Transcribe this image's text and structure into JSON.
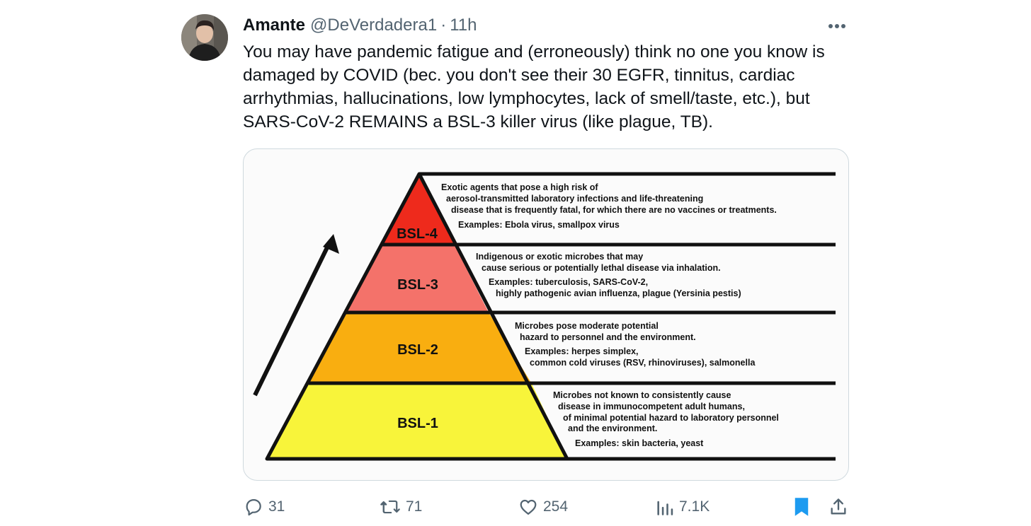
{
  "tweet": {
    "author_name": "Amante",
    "author_handle": "@DeVerdadera1",
    "separator": "·",
    "time": "11h",
    "text_lines": [
      "You may have pandemic fatigue and (erroneously) think no one you know is",
      "damaged by COVID (bec. you don't see their 30 EGFR, tinnitus, cardiac",
      "arrhythmias, hallucinations, low lymphocytes, lack of smell/taste, etc.), but",
      "SARS-CoV-2 REMAINS a BSL-3 killer virus (like plague, TB)."
    ]
  },
  "pyramid": {
    "levels": [
      {
        "label": "BSL-4",
        "color": "#ee2a1c",
        "lines": [
          "Exotic agents that pose a high risk of",
          "aerosol-transmitted laboratory infections and life-threatening",
          "disease that is frequently fatal, for which there are no vaccines  or treatments.",
          "Examples: Ebola virus, smallpox virus"
        ]
      },
      {
        "label": "BSL-3",
        "color": "#f4726a",
        "lines": [
          "Indigenous or exotic microbes that may",
          "cause serious or potentially lethal disease via inhalation.",
          "Examples: tuberculosis, SARS-CoV-2,",
          "highly pathogenic avian influenza, plague (Yersinia pestis)"
        ]
      },
      {
        "label": "BSL-2",
        "color": "#f9ae10",
        "lines": [
          "Microbes pose moderate potential",
          "hazard to personnel and the environment.",
          "Examples: herpes simplex,",
          "common cold viruses (RSV, rhinoviruses), salmonella"
        ]
      },
      {
        "label": "BSL-1",
        "color": "#f8f43a",
        "lines": [
          "Microbes not known to consistently cause",
          "disease in immunocompetent adult humans,",
          "of minimal potential hazard to laboratory personnel",
          "and the environment.",
          "Examples: skin bacteria, yeast"
        ]
      }
    ]
  },
  "actions": {
    "replies": "31",
    "reposts": "71",
    "likes": "254",
    "views": "7.1K"
  },
  "colors": {
    "text": "#0f1419",
    "secondary": "#536471",
    "bookmark": "#1d9bf0",
    "border": "#cfd9de"
  },
  "icons": [
    "avatar",
    "more-icon",
    "reply-icon",
    "repost-icon",
    "like-icon",
    "views-icon",
    "bookmark-icon",
    "share-icon"
  ]
}
